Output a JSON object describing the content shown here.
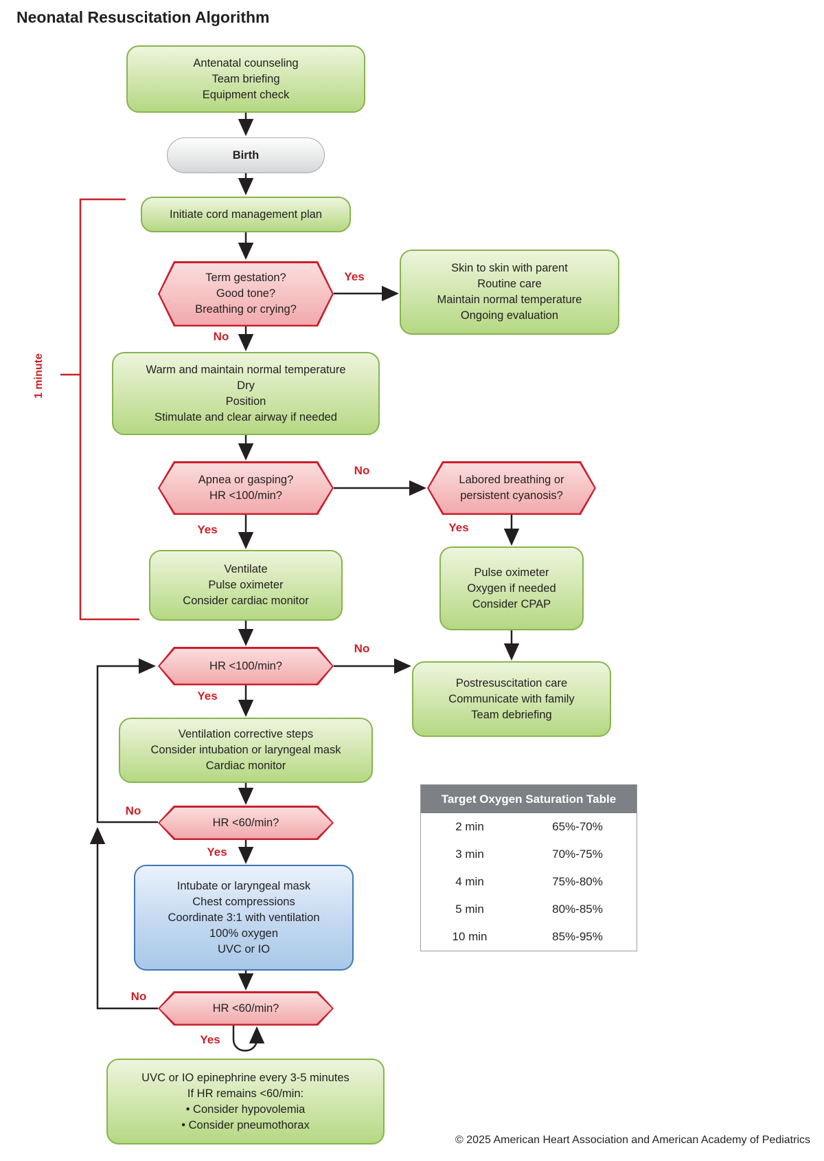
{
  "title": "Neonatal Resuscitation Algorithm",
  "labels": {
    "yes": "Yes",
    "no": "No",
    "one_minute": "1 minute"
  },
  "nodes": {
    "antenatal": {
      "lines": [
        "Antenatal counseling",
        "Team briefing",
        "Equipment check"
      ]
    },
    "birth": {
      "label": "Birth"
    },
    "cord": {
      "label": "Initiate cord management plan"
    },
    "term": {
      "lines": [
        "Term gestation?",
        "Good tone?",
        "Breathing or crying?"
      ]
    },
    "skin": {
      "lines": [
        "Skin to skin with parent",
        "Routine care",
        "Maintain normal temperature",
        "Ongoing evaluation"
      ]
    },
    "warm": {
      "lines": [
        "Warm and maintain normal temperature",
        "Dry",
        "Position",
        "Stimulate and clear airway if needed"
      ]
    },
    "apnea": {
      "lines": [
        "Apnea or gasping?",
        "HR <100/min?"
      ]
    },
    "labored": {
      "lines": [
        "Labored breathing or",
        "persistent cyanosis?"
      ]
    },
    "ventilate": {
      "lines": [
        "Ventilate",
        "Pulse oximeter",
        "Consider cardiac monitor"
      ]
    },
    "pulseox": {
      "lines": [
        "Pulse oximeter",
        "Oxygen if needed",
        "Consider CPAP"
      ]
    },
    "hr100": {
      "label": "HR <100/min?"
    },
    "postres": {
      "lines": [
        "Postresuscitation care",
        "Communicate with family",
        "Team debriefing"
      ]
    },
    "vcs": {
      "lines": [
        "Ventilation corrective steps",
        "Consider intubation or laryngeal mask",
        "Cardiac monitor"
      ]
    },
    "hr60a": {
      "label": "HR <60/min?"
    },
    "intubate": {
      "lines": [
        "Intubate or laryngeal mask",
        "Chest compressions",
        "Coordinate 3:1 with ventilation",
        "100% oxygen",
        "UVC or IO"
      ]
    },
    "hr60b": {
      "label": "HR <60/min?"
    },
    "epinephrine": {
      "lines": [
        "UVC or IO epinephrine every 3-5 minutes",
        "If HR remains <60/min:",
        "•  Consider hypovolemia",
        "•  Consider pneumothorax"
      ]
    }
  },
  "table": {
    "title": "Target Oxygen Saturation Table",
    "rows": [
      {
        "time": "2 min",
        "range": "65%-70%"
      },
      {
        "time": "3 min",
        "range": "70%-75%"
      },
      {
        "time": "4 min",
        "range": "75%-80%"
      },
      {
        "time": "5 min",
        "range": "80%-85%"
      },
      {
        "time": "10 min",
        "range": "85%-95%"
      }
    ]
  },
  "footer": "© 2025 American Heart Association and American Academy of Pediatrics",
  "colors": {
    "green_fill_top": "#edf5dc",
    "green_fill_bottom": "#b5d883",
    "green_border": "#87b44e",
    "pink_fill_top": "#fbdddd",
    "pink_fill_bottom": "#f1a9ac",
    "pink_border": "#c8202f",
    "blue_fill_top": "#eaf2fb",
    "blue_fill_bottom": "#a8c8e8",
    "blue_border": "#4077b5",
    "gray_fill_bottom": "#d5d6d8",
    "gray_border": "#a7a9ac",
    "red_accent": "#cc2027",
    "table_header_bg": "#7d8085",
    "text": "#231f20"
  }
}
